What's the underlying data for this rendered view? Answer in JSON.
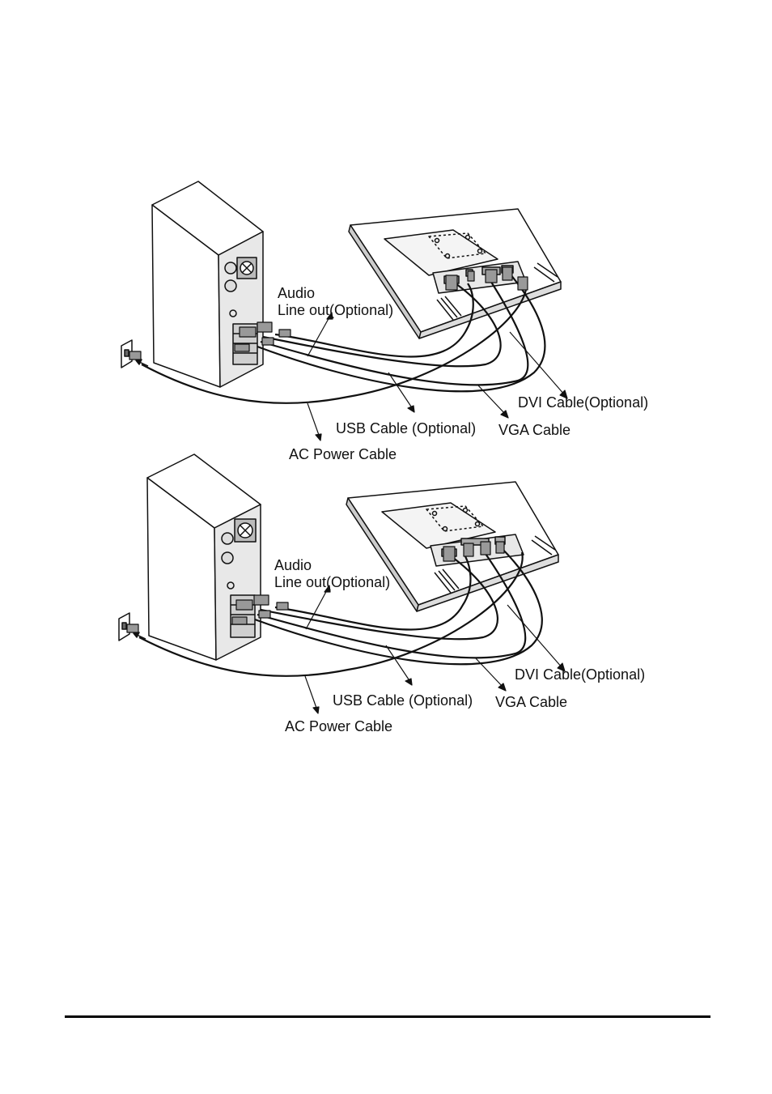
{
  "diagrams": [
    {
      "labels": {
        "audio_line1": "Audio",
        "audio_line2": "Line out(Optional)",
        "dvi": "DVI Cable(Optional)",
        "usb": "USB Cable (Optional)",
        "vga": "VGA Cable",
        "power": "AC Power Cable"
      }
    },
    {
      "labels": {
        "audio_line1": "Audio",
        "audio_line2": "Line out(Optional)",
        "dvi": "DVI Cable(Optional)",
        "usb": "USB Cable (Optional)",
        "vga": "VGA Cable",
        "power": "AC Power Cable"
      }
    }
  ]
}
